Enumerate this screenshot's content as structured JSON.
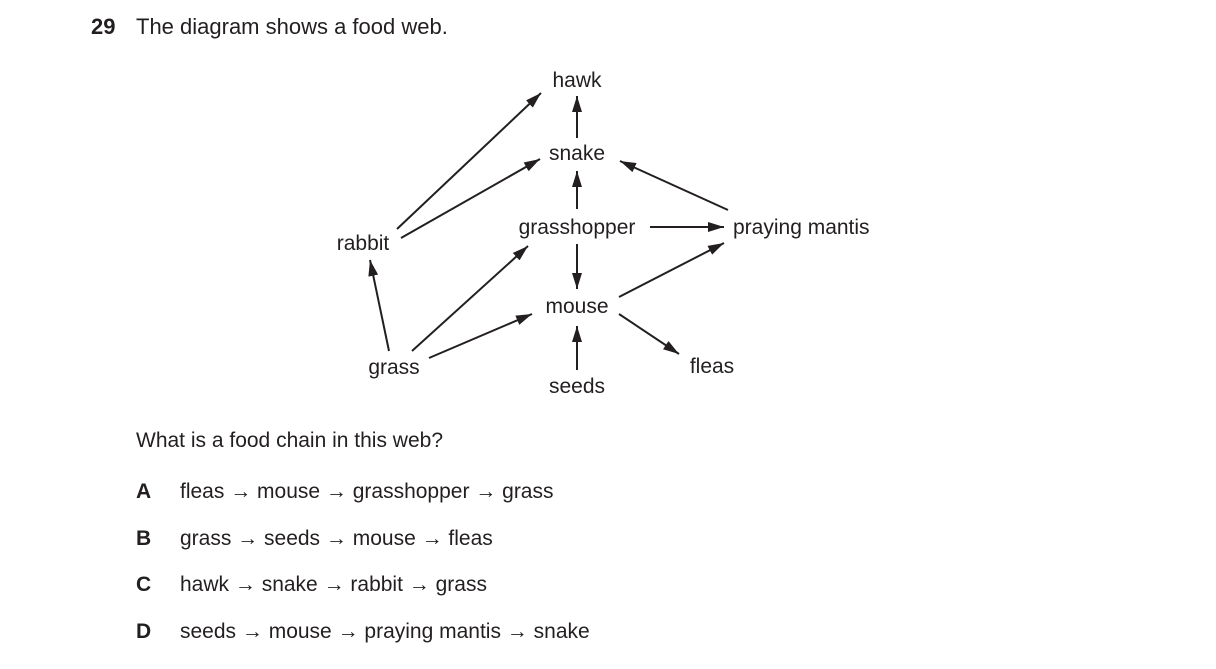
{
  "question": {
    "number": "29",
    "stem": "The diagram shows a food web.",
    "prompt": "What is a food chain in this web?"
  },
  "food_web": {
    "organisms": {
      "hawk": "hawk",
      "snake": "snake",
      "grasshopper": "grasshopper",
      "praying_mantis": "praying mantis",
      "rabbit": "rabbit",
      "mouse": "mouse",
      "grass": "grass",
      "seeds": "seeds",
      "fleas": "fleas"
    },
    "links": [
      {
        "from": "rabbit",
        "to": "hawk"
      },
      {
        "from": "rabbit",
        "to": "snake"
      },
      {
        "from": "snake",
        "to": "hawk"
      },
      {
        "from": "grasshopper",
        "to": "snake"
      },
      {
        "from": "praying_mantis",
        "to": "snake"
      },
      {
        "from": "grasshopper",
        "to": "praying_mantis"
      },
      {
        "from": "grasshopper",
        "to": "mouse"
      },
      {
        "from": "mouse",
        "to": "praying_mantis"
      },
      {
        "from": "mouse",
        "to": "fleas"
      },
      {
        "from": "seeds",
        "to": "mouse"
      },
      {
        "from": "grass",
        "to": "rabbit"
      },
      {
        "from": "grass",
        "to": "grasshopper"
      },
      {
        "from": "grass",
        "to": "mouse"
      }
    ]
  },
  "options": [
    {
      "letter": "A",
      "text": "fleas → mouse → grasshopper → grass"
    },
    {
      "letter": "B",
      "text": "grass → seeds → mouse → fleas"
    },
    {
      "letter": "C",
      "text": "hawk → snake → rabbit → grass"
    },
    {
      "letter": "D",
      "text": "seeds → mouse → praying mantis → snake"
    }
  ]
}
